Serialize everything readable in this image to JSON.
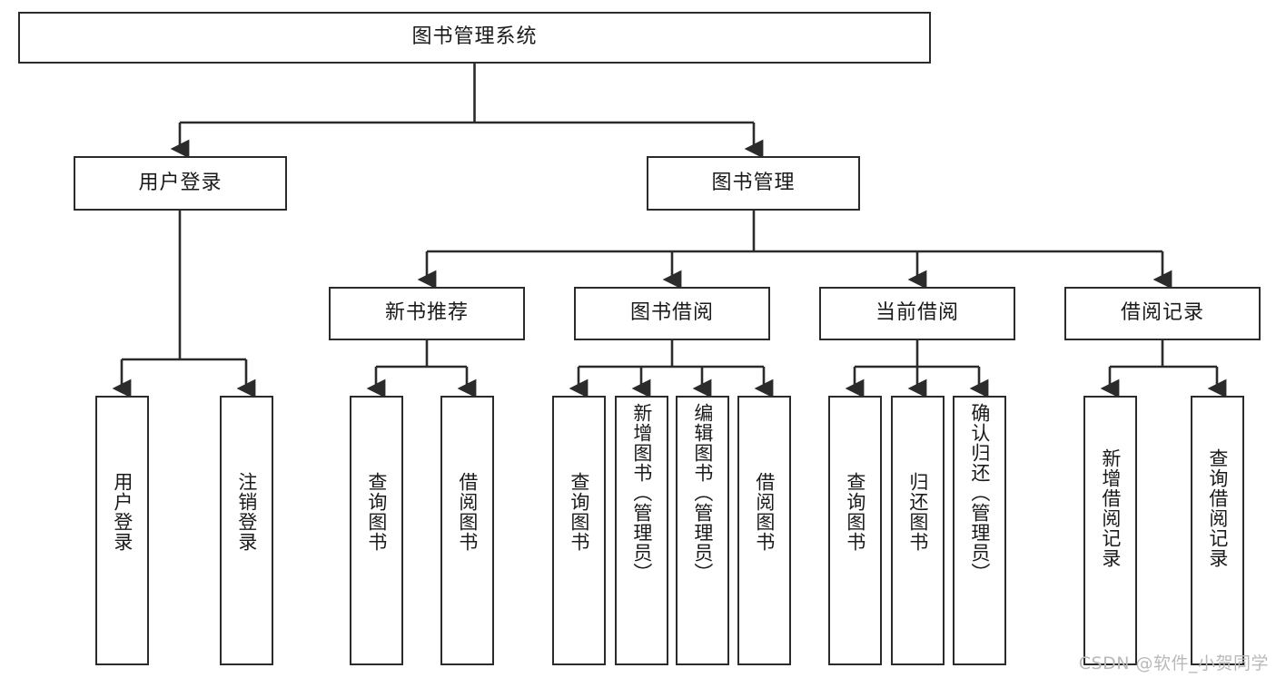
{
  "diagram": {
    "title": "图书管理系统",
    "watermark": "CSDN @软件_小贺同学",
    "colors": {
      "box_border": "#2b2b2b",
      "box_fill": "#ffffff",
      "edge": "#2b2b2b",
      "text": "#1a1a1a",
      "watermark": "#b9b9b9"
    },
    "root": {
      "label": "图书管理系统"
    },
    "level2": [
      {
        "label": "用户登录"
      },
      {
        "label": "图书管理"
      }
    ],
    "level3": [
      {
        "label": "新书推荐"
      },
      {
        "label": "图书借阅"
      },
      {
        "label": "当前借阅"
      },
      {
        "label": "借阅记录"
      }
    ],
    "leaves": {
      "user_login": [
        {
          "label": "用户登录"
        },
        {
          "label": "注销登录"
        }
      ],
      "new_books": [
        {
          "label": "查询图书"
        },
        {
          "label": "借阅图书"
        }
      ],
      "book_borrow": [
        {
          "label": "查询图书"
        },
        {
          "label": "新增图书（管理员）"
        },
        {
          "label": "编辑图书（管理员）"
        },
        {
          "label": "借阅图书"
        }
      ],
      "current_borrow": [
        {
          "label": "查询图书"
        },
        {
          "label": "归还图书"
        },
        {
          "label": "确认归还（管理员）"
        }
      ],
      "borrow_records": [
        {
          "label": "新增借阅记录"
        },
        {
          "label": "查询借阅记录"
        }
      ]
    }
  }
}
